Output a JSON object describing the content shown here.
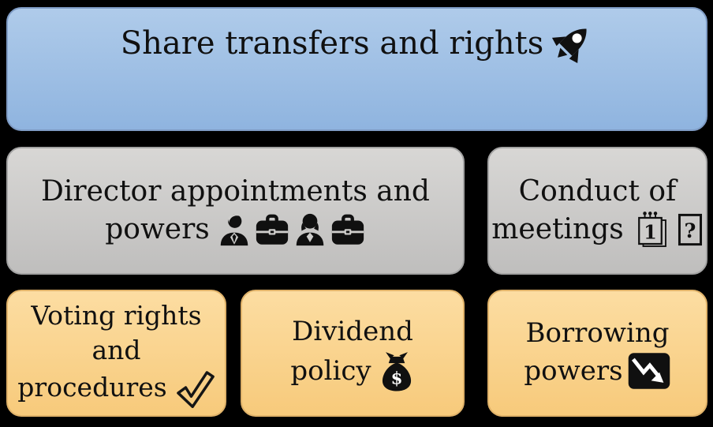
{
  "colors": {
    "background": "#000000",
    "text": "#101010",
    "blue_top": "#afcbea",
    "blue_bottom": "#8fb4df",
    "blue_border": "#7e9bc4",
    "gray_top": "#d8d7d5",
    "gray_bottom": "#bfbebd",
    "gray_border": "#a3a3a3",
    "orange_top": "#fcdda2",
    "orange_bottom": "#f7ca7b",
    "orange_border": "#e0b269"
  },
  "boxes": {
    "share_transfers": {
      "line1": "Share transfers and rights",
      "icon": "rocket-icon"
    },
    "director": {
      "line1": "Director appointments and",
      "line2": "powers",
      "icons": [
        "businessman-icon",
        "briefcase-icon",
        "businesswoman-icon",
        "briefcase-icon"
      ]
    },
    "conduct": {
      "line1": "Conduct of",
      "line2": "meetings",
      "icons": [
        "calendar-day-1-icon",
        "unknown-glyph-icon"
      ],
      "calendar_day": "1",
      "unknown_glyph": "?"
    },
    "voting": {
      "line1": "Voting rights",
      "line2": "and",
      "line3": "procedures",
      "icon": "double-checkmark-icon"
    },
    "dividend": {
      "line1": "Dividend",
      "line2": "policy",
      "icon": "money-bag-icon",
      "currency": "$"
    },
    "borrowing": {
      "line1": "Borrowing",
      "line2": "powers",
      "icon": "chart-decreasing-icon"
    }
  }
}
